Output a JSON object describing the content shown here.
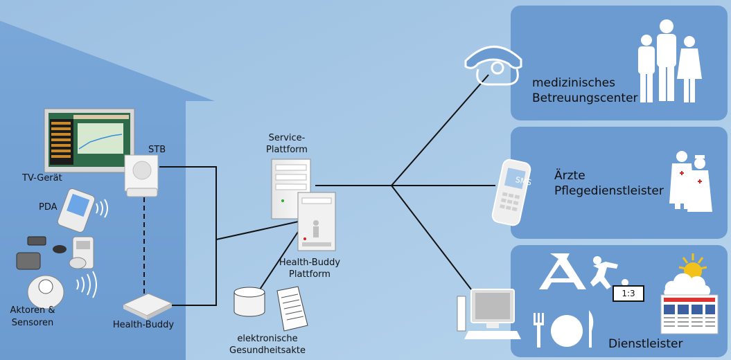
{
  "labels": {
    "tv": "TV-Gerät",
    "stb": "STB",
    "pda": "PDA",
    "aktoren_line1": "Aktoren &",
    "aktoren_line2": "Sensoren",
    "health_buddy": "Health-Buddy",
    "service_line1": "Service-",
    "service_line2": "Plattform",
    "hb_platform_line1": "Health-Buddy",
    "hb_platform_line2": "Plattform",
    "akte_line1": "elektronische",
    "akte_line2": "Gesundheitsakte"
  },
  "panels": {
    "care_center_line1": "medizinisches",
    "care_center_line2": "Betreuungscenter",
    "doctors_line1": "Ärzte",
    "doctors_line2": "Pflegedienstleister",
    "services": "Dienstleister",
    "score": "1:3",
    "sms": "SMS"
  },
  "colors": {
    "house": "#6f9dd2",
    "background": "#a8c9e6",
    "panel": "#6c9ccf"
  },
  "icons": [
    "telephone-icon",
    "family-icon",
    "mobile-phone-icon",
    "doctor-nurse-icon",
    "computer-icon",
    "pharmacy-icon",
    "football-player-icon",
    "weather-icon",
    "plate-cutlery-icon",
    "newspaper-icon",
    "database-icon",
    "document-icon",
    "server-icon"
  ]
}
